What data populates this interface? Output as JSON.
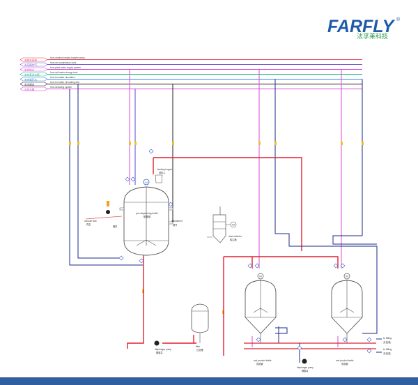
{
  "brand": {
    "name": "FARFLY",
    "registered": "®",
    "chinese": "法孚莱科技",
    "primary_color": "#1f5ba8",
    "accent_color": "#2a9a4a",
    "footer_color": "#2f5f9f"
  },
  "process_lines": [
    {
      "cn": "去热水系统",
      "en": "from ambient heated transfer pump",
      "color": "#e23a4a"
    },
    {
      "cn": "去压缩空气",
      "en": "from air compression tools",
      "color": "#7a5ad6"
    },
    {
      "cn": "来自纯水",
      "en": "from plant water supply system",
      "color": "#d848d8"
    },
    {
      "cn": "来自泵送水箱",
      "en": "from self water storage tank",
      "color": "#25b890"
    },
    {
      "cn": "来自循环水",
      "en": "from hot water circulation",
      "color": "#3a8ad8"
    },
    {
      "cn": "去冷却水",
      "en": "from hot water circulating add",
      "color": "#222222"
    },
    {
      "cn": "去热水罐",
      "en": "from deducing system",
      "color": "#d848d8"
    }
  ],
  "equipment": {
    "main_tank_en": "pre-dispensing bottle",
    "main_tank_cn": "配置罐",
    "hopper_en": "feeding hopper",
    "hopper_cn": "进料斗",
    "vacuum_en": "vacuum flow",
    "vacuum_cn": "真空",
    "left_label_cn": "搅拌",
    "right_label_en": "adjustment",
    "right_label_cn": "调节",
    "dust_en": "dust collector",
    "dust_cn": "除尘器",
    "filter_en": "filter",
    "filter_cn": "过滤器",
    "diaphragm_pump_en": "diaphragm pump",
    "diaphragm_pump_cn": "隔膜泵",
    "product_tank_1_en": "and product bottle",
    "product_tank_1_cn": "成品罐",
    "product_tank_2_en": "and product bottle",
    "product_tank_2_cn": "成品罐",
    "bottom_pump_en": "diaphragm pump",
    "bottom_pump_cn": "隔膜泵",
    "motor_symbol": "M"
  },
  "outlets": [
    {
      "en": "to filling",
      "cn": "去包装"
    },
    {
      "en": "to filling",
      "cn": "去包装"
    }
  ]
}
